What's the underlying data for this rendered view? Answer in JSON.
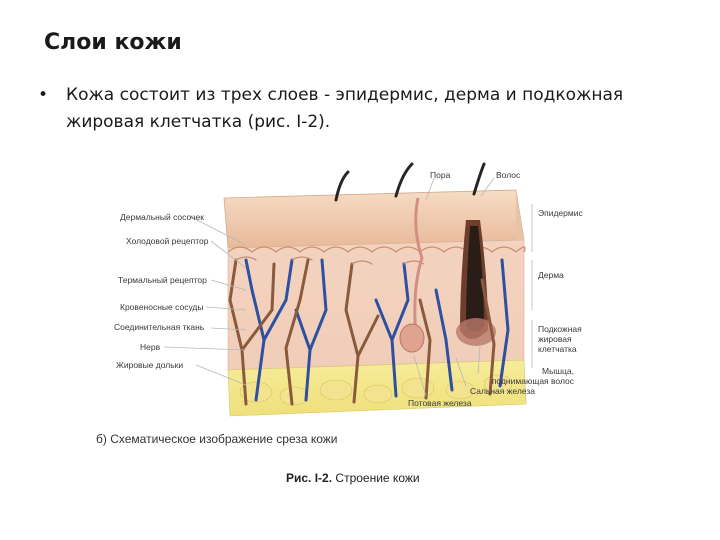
{
  "title": "Слои кожи",
  "bullet": {
    "marker": "•",
    "text": "Кожа состоит из трех слоев - эпидермис, дерма и подкожная жировая клетчатка (рис. I-2)."
  },
  "figure": {
    "left_labels": [
      "Дермальный сосочек",
      "Холодовой рецептор",
      "Термальный рецептор",
      "Кровеносные сосуды",
      "Соединительная ткань",
      "Нерв",
      "Жировые дольки"
    ],
    "top_labels": {
      "pore": "Пора",
      "hair": "Волос"
    },
    "right_labels": {
      "epidermis": "Эпидермис",
      "dermis": "Дерма",
      "subcutaneous": "Подкожная жировая клетчатка",
      "muscle": "Мышца, поднимающая волос",
      "sebaceous": "Сальная железа",
      "sweat": "Потовая железа"
    },
    "caption_b": "б) Схематическое изображение среза кожи",
    "caption_fig_number": "Рис. I-2.",
    "caption_fig_text": "Строение кожи"
  }
}
